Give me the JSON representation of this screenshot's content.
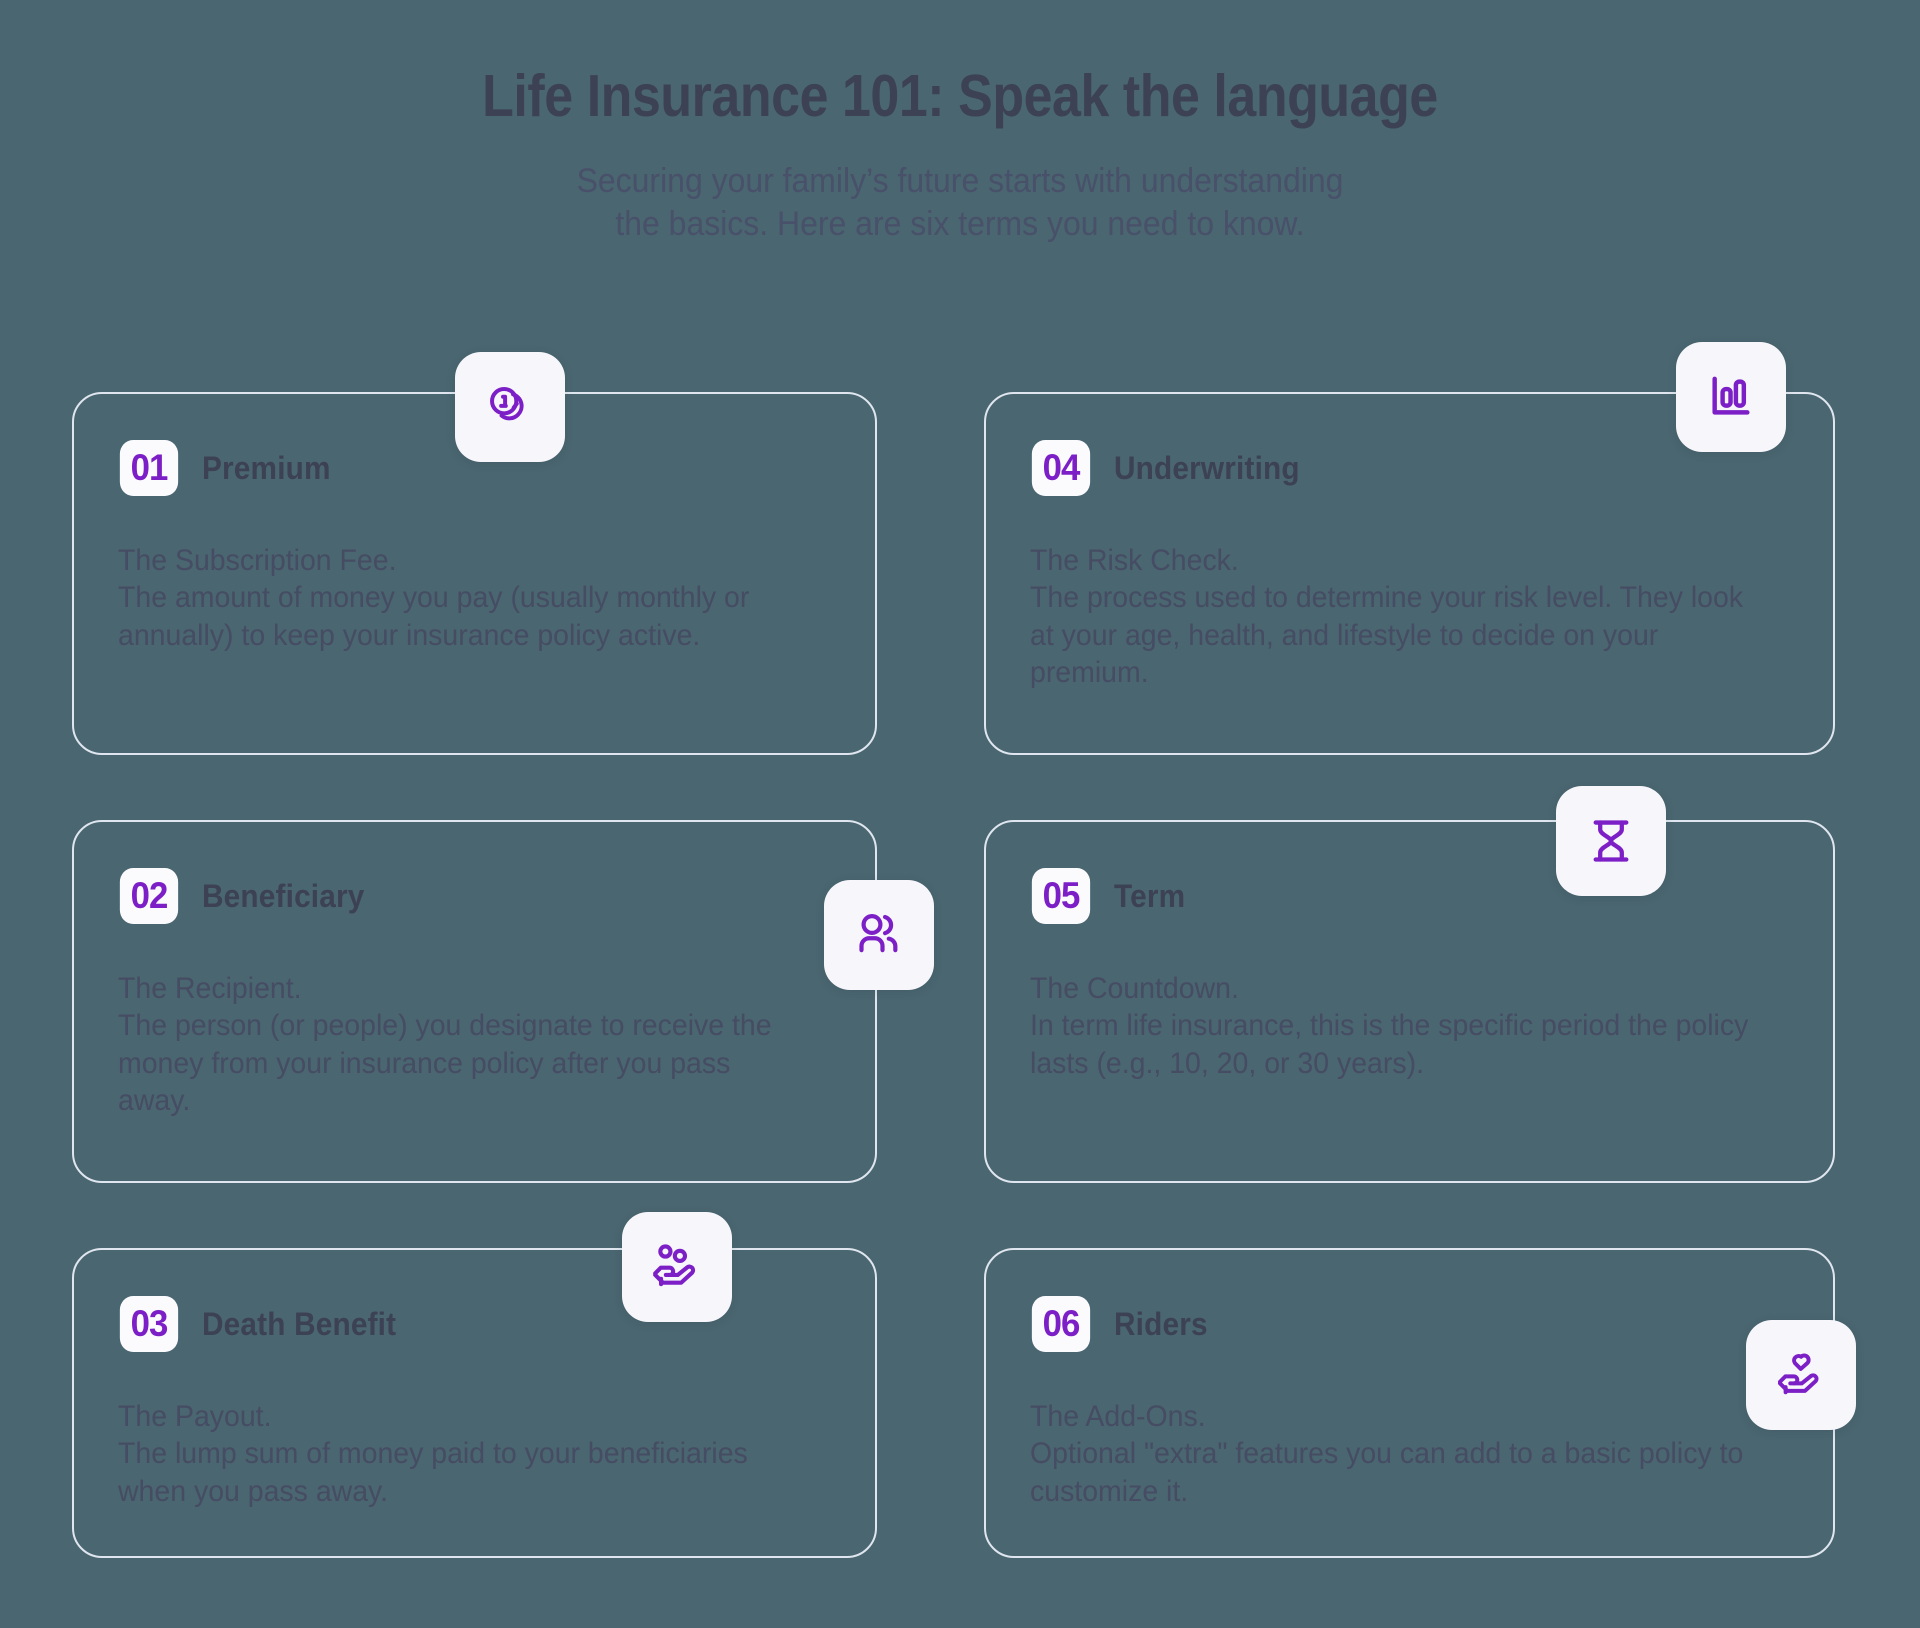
{
  "header": {
    "title": "Life Insurance 101: Speak the language",
    "subtitle_line1": "Securing your family’s future starts with understanding",
    "subtitle_line2": "the basics. Here are six terms you need to know."
  },
  "theme": {
    "background": "#4a6670",
    "accent_purple": "#7c1fc6",
    "text_dark": "#3c4154",
    "text_body": "#454c63",
    "card_border": "#dfe6ef",
    "tile_bg": "#f7f6fb"
  },
  "cards": [
    {
      "number": "01",
      "title": "Premium",
      "lead": "The Subscription Fee.",
      "body": "The amount of money you pay (usually monthly or annually) to keep your insurance policy active.",
      "icon": "coins-icon"
    },
    {
      "number": "02",
      "title": "Beneficiary",
      "lead": "The Recipient.",
      "body": "The person (or people) you designate to receive the money from your insurance policy after you pass away.",
      "icon": "users-icon"
    },
    {
      "number": "03",
      "title": "Death Benefit",
      "lead": "The Payout.",
      "body": "The lump sum of money paid to your beneficiaries when you pass away.",
      "icon": "hand-coins-icon"
    },
    {
      "number": "04",
      "title": "Underwriting",
      "lead": "The Risk Check.",
      "body": "The process used to determine your risk level. They look at your age, health, and lifestyle to decide on your premium.",
      "icon": "bar-chart-icon"
    },
    {
      "number": "05",
      "title": "Term",
      "lead": "The Countdown.",
      "body": "In term life insurance, this is the specific period the policy lasts (e.g., 10, 20, or 30 years).",
      "icon": "hourglass-icon"
    },
    {
      "number": "06",
      "title": "Riders",
      "lead": "The Add-Ons.",
      "body": "Optional \"extra\" features you can add to a basic policy to customize it.",
      "icon": "hand-heart-icon"
    }
  ]
}
